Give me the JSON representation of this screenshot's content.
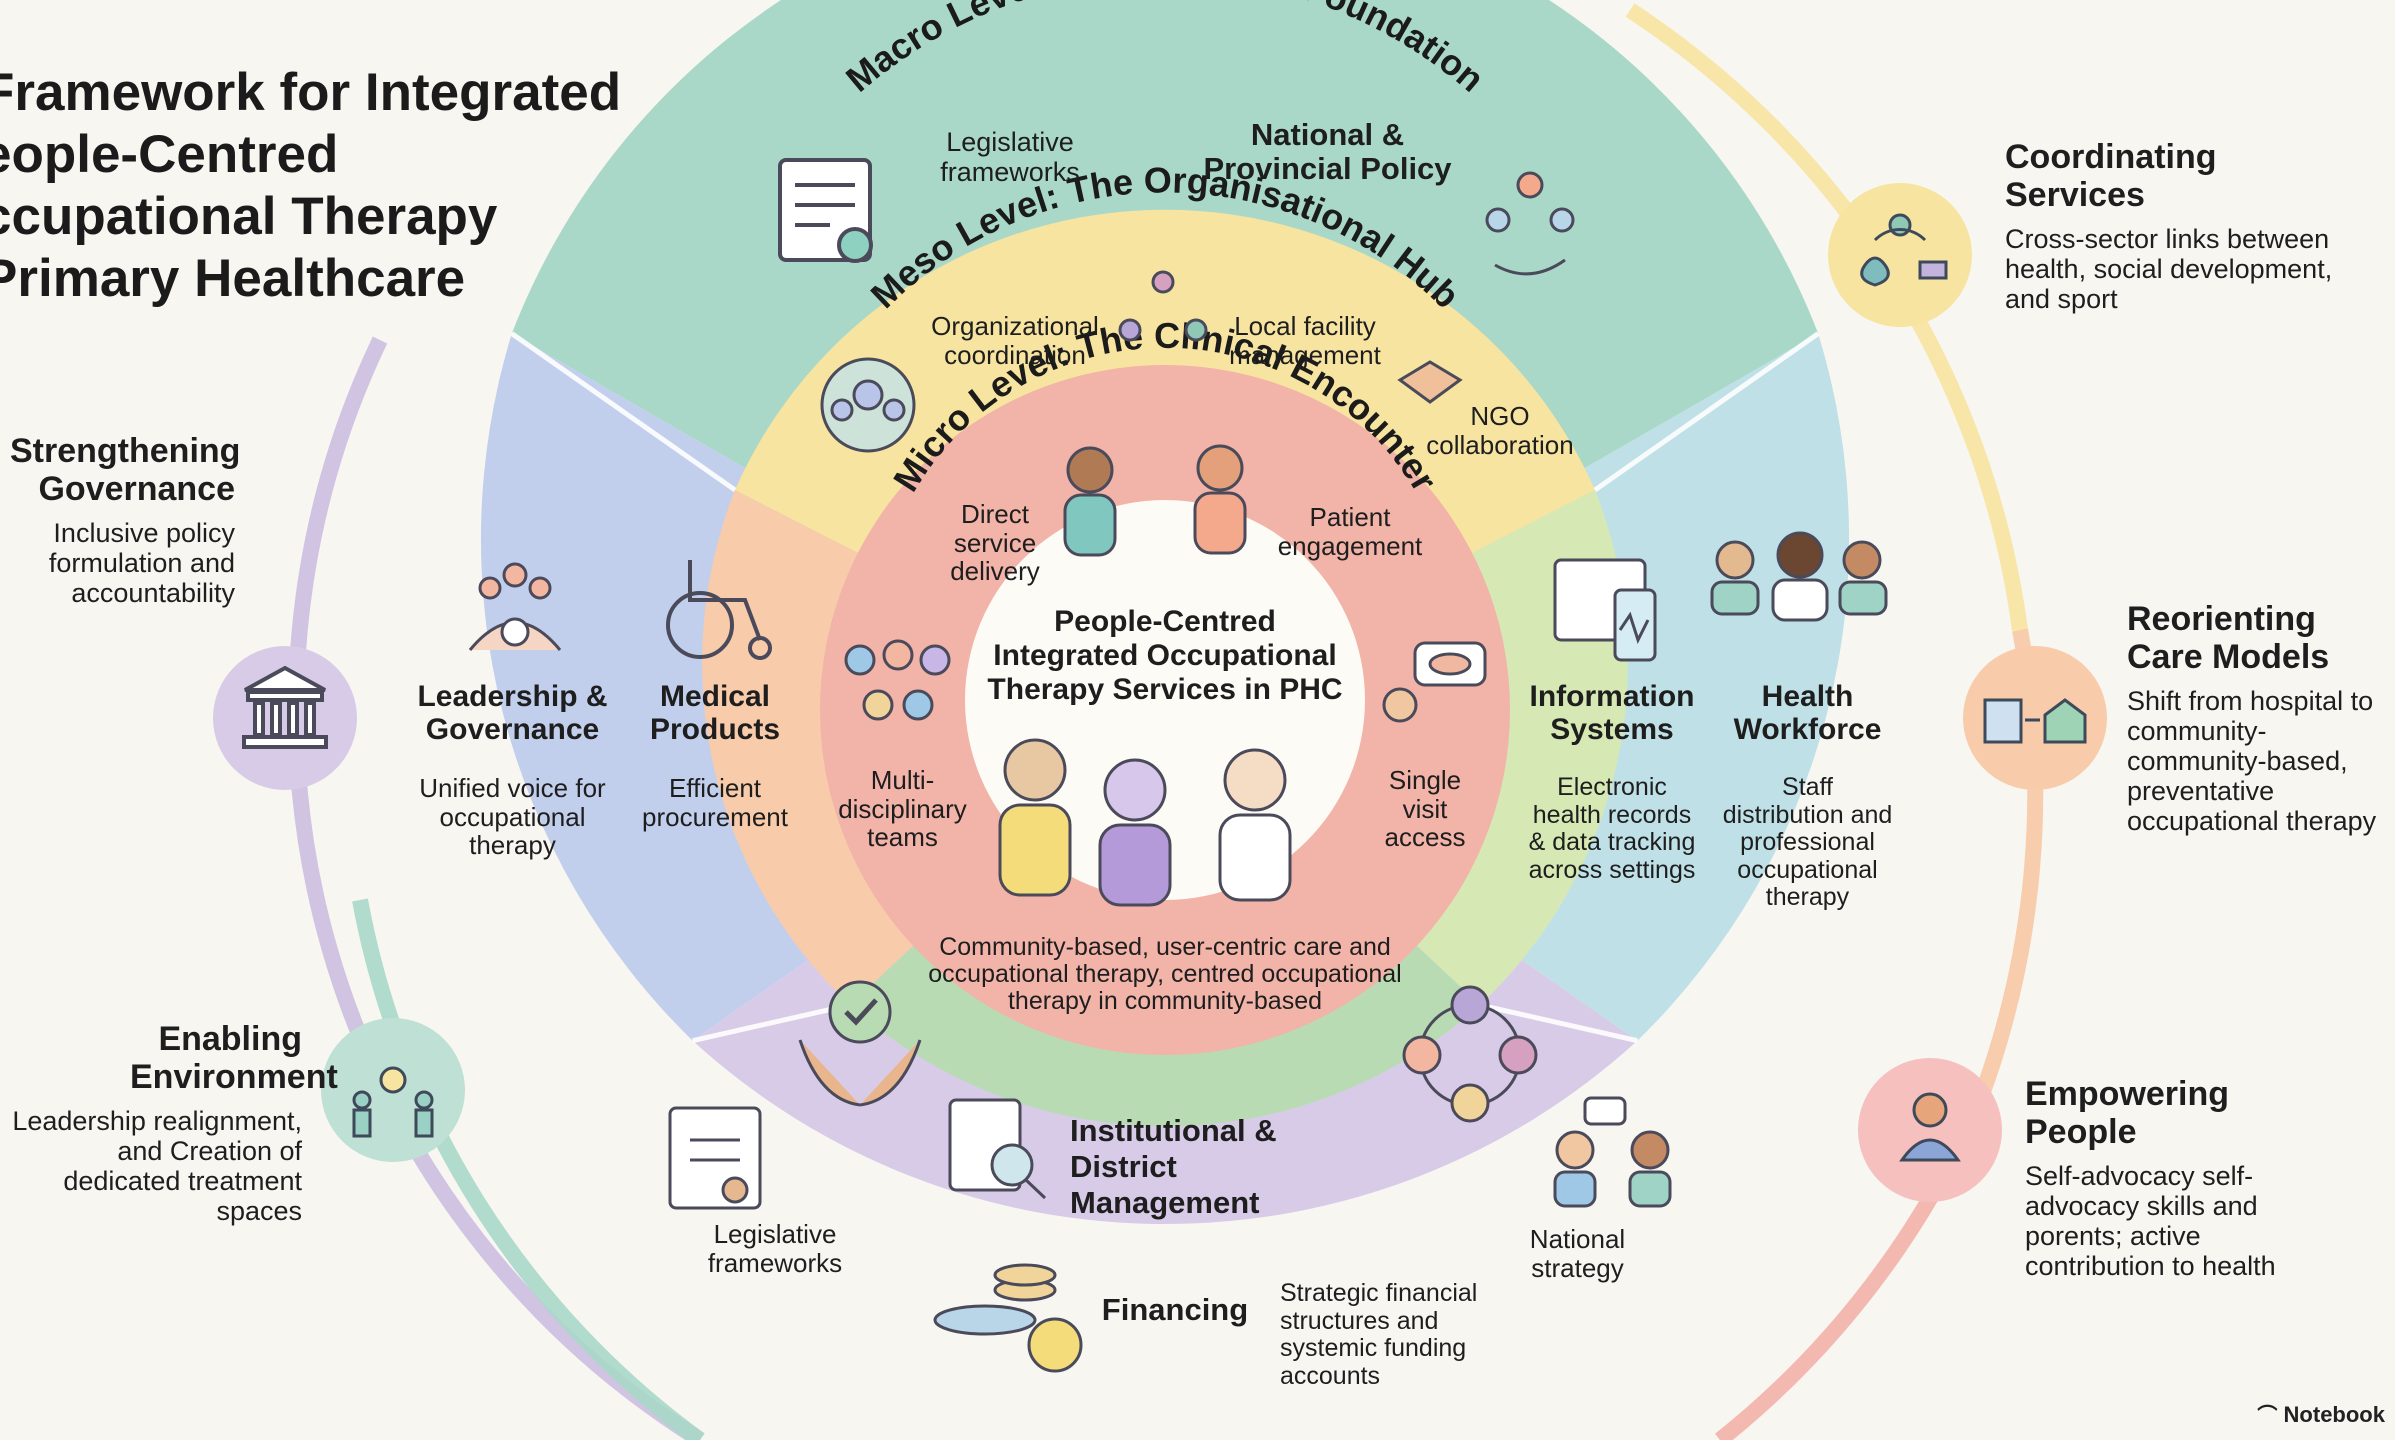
{
  "title": {
    "lines": [
      "Framework for Integrated",
      "eople-Centred",
      "ccupational Therapy",
      "Primary Healthcare"
    ]
  },
  "rings": {
    "macro": {
      "label": "Macro Level: The Systemic Foundation"
    },
    "meso": {
      "label": "Meso Level: The Organisational Hub"
    },
    "micro": {
      "label": "Micro Level: The Clinical Encounter"
    }
  },
  "center": {
    "title": "People-Centred Integrated Occupational Therapy Services in PHC",
    "bottom_text": "Community-based, user-centric care and occupational therapy, centred occupational therapy in community-based"
  },
  "macro_items": {
    "legislative_top": "Legislative frameworks",
    "national_policy": "National & Provincial Policy"
  },
  "meso_items": {
    "org_coordination": "Organizational coordination",
    "local_facility": "Local facility management",
    "ngo": "NGO collaboration"
  },
  "micro_items": {
    "direct_service": "Direct service delivery",
    "patient_engagement": "Patient engagement",
    "multidisciplinary": "Multi- disciplinary teams",
    "single_visit": "Single visit access"
  },
  "segments": {
    "leadership": {
      "title": "Leadership & Governance",
      "desc": "Unified voice for occupational therapy"
    },
    "medical": {
      "title": "Medical Products",
      "desc": "Efficient procurement"
    },
    "information": {
      "title": "Information Systems",
      "desc": "Electronic health records & data tracking across settings"
    },
    "workforce": {
      "title": "Health Workforce",
      "desc": "Staff distribution and professional occupational therapy"
    },
    "institutional": {
      "title": "Institutional & District Management"
    },
    "financing": {
      "title": "Financing",
      "desc": "Strategic financial structures and systemic funding accounts"
    },
    "legislative_bottom": "Legislative frameworks",
    "national_strategy": "National strategy"
  },
  "side_left": [
    {
      "title": "Strengthening Governance",
      "desc": "Inclusive policy formulation and accountability"
    },
    {
      "title": "Enabling Environment",
      "desc": "Leadership realignment, and Creation of dedicated treatment spaces"
    }
  ],
  "side_right": [
    {
      "title": "Coordinating Services",
      "desc": "Cross-sector links between health, social development, and sport"
    },
    {
      "title": "Reorienting Care Models",
      "desc": "Shift from hospital to community- community-based, preventative occupational therapy"
    },
    {
      "title": "Empowering People",
      "desc": "Self-advocacy self-advocacy skills and porents; active contribution to health"
    }
  ],
  "brand": "Notebook",
  "colors": {
    "macro_teal": "#a9d8c8",
    "meso_yellow": "#f7e4a0",
    "micro_pink": "#f2b3a8",
    "leadership_blue": "#c2cfec",
    "medical_peach": "#f8cbaa",
    "info_green": "#d6e8b4",
    "workforce_lightblue": "#bfe0e6",
    "institutional_green": "#b9dbb3",
    "financing_purple": "#d8cbe8"
  }
}
